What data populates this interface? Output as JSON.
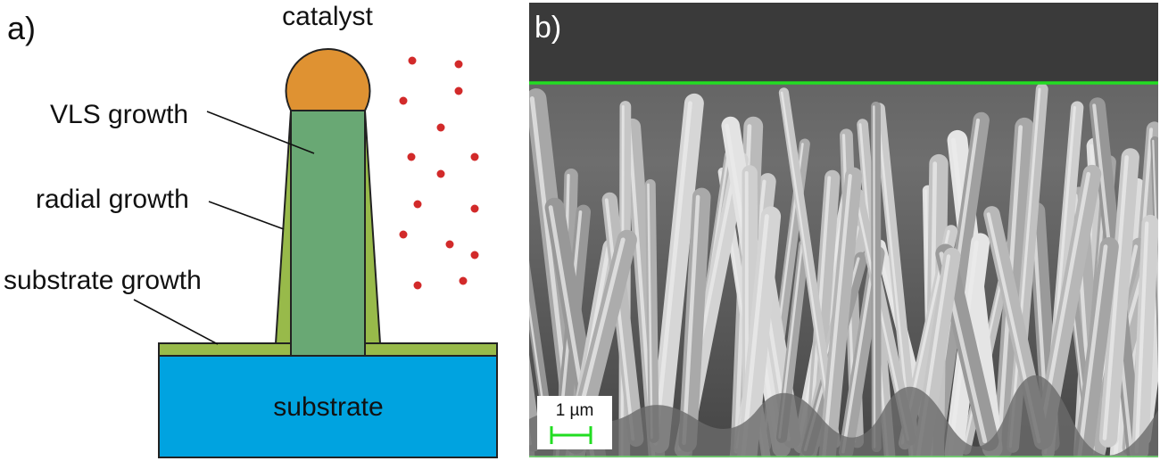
{
  "panel_a": {
    "label": "a)",
    "labels": {
      "catalyst": "catalyst",
      "vls": "VLS growth",
      "radial": "radial growth",
      "substrate_growth": "substrate growth",
      "substrate": "substrate"
    },
    "colors": {
      "catalyst": "#DF9232",
      "core": "#69A874",
      "shell": "#98BA4A",
      "substrate": "#00A3E0",
      "vapor": "#D22A2A",
      "outline": "#222222"
    }
  },
  "panel_b": {
    "label": "b)",
    "scale_bar": "1 µm",
    "colors": {
      "top_background": "#3A3A3A",
      "guide_line": "#22DD22",
      "scale_bar": "#22DD22"
    }
  }
}
